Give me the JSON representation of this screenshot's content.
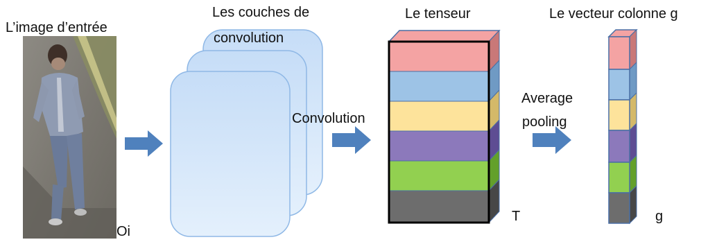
{
  "labels": {
    "input_image": "L’image  d’entrée",
    "conv_layers_line1": "Les couches de",
    "conv_layers_line2": "convolution",
    "tensor": "Le tenseur",
    "column_vector": "Le vecteur colonne  g",
    "convolution": "Convolution",
    "avg_pool_line1": "Average",
    "avg_pool_line2": "pooling",
    "oi": "Oi",
    "t": "T",
    "g": "g"
  },
  "colors": {
    "arrow": "#4f81bd",
    "card_fill": "#d4e6fb",
    "card_stroke": "#8fb8e6",
    "tensor_outline": "#000000",
    "vector_outline": "#4a6fa5",
    "bands": [
      "#f4a3a3",
      "#9dc3e6",
      "#fde39b",
      "#8c79bb",
      "#92d050",
      "#6d6d6d"
    ],
    "bands_side": [
      "#c97878",
      "#6f9ac4",
      "#d4b969",
      "#5e4d93",
      "#63a02a",
      "#474747"
    ]
  },
  "figure": {
    "input_image_description": "pedestrian photo",
    "conv_card_count": 3,
    "tensor_band_count": 6,
    "vector_band_count": 6
  }
}
